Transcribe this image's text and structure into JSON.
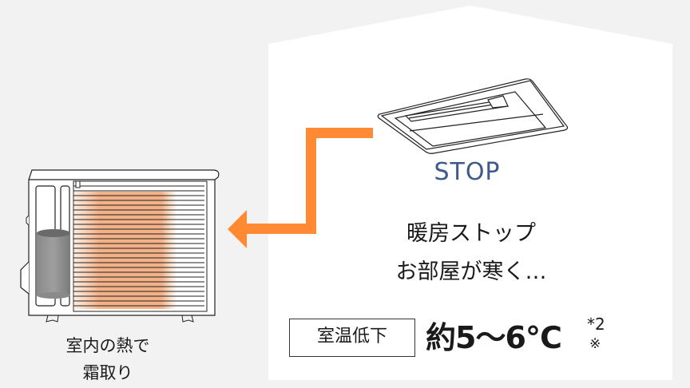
{
  "colors": {
    "background": "#f2f2f2",
    "house": "#ffffff",
    "arrow": "#ff8a33",
    "stop_text": "#3d5a8a",
    "heat_glow": "#f5b48a"
  },
  "indoor_unit": {
    "icon": "ceiling-cassette-ac-icon",
    "status_label": "STOP"
  },
  "message": {
    "line1": "暖房ストップ",
    "line2": "お部屋が寒く…"
  },
  "outdoor_unit": {
    "icon": "outdoor-ac-unit-icon",
    "caption_line1": "室内の熱で",
    "caption_line2": "霜取り"
  },
  "arrow": {
    "icon": "heat-flow-arrow-icon",
    "direction": "left"
  },
  "temperature": {
    "label": "室温低下",
    "value": "約5〜6℃",
    "footnote1": "*2",
    "footnote2": "※"
  }
}
